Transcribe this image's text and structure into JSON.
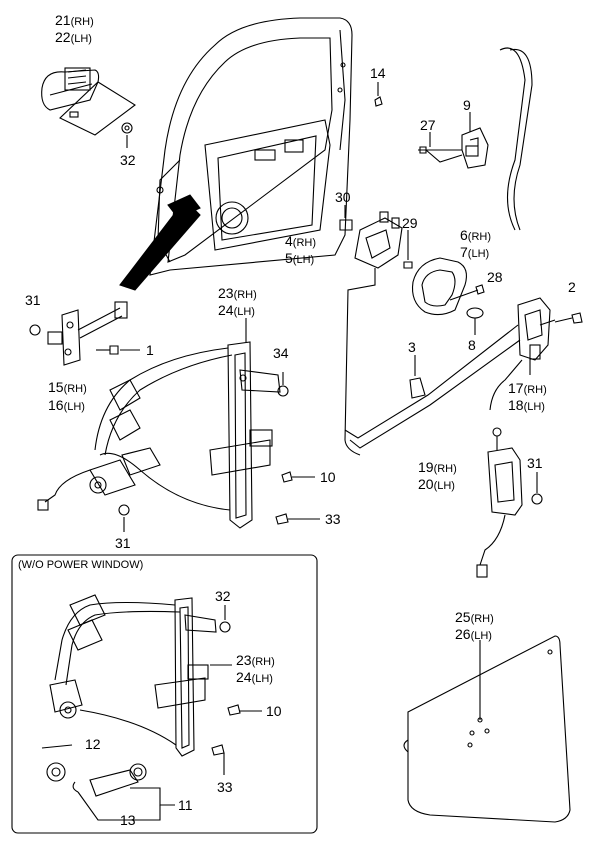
{
  "callouts": {
    "p21_22": {
      "a": "21",
      "as": "(RH)",
      "b": "22",
      "bs": "(LH)"
    },
    "p14": "14",
    "p9": "9",
    "p27": "27",
    "p32a": "32",
    "p30": "30",
    "p29": "29",
    "p4_5": {
      "a": "4",
      "as": "(RH)",
      "b": "5",
      "bs": "(LH)"
    },
    "p6_7": {
      "a": "6",
      "as": "(RH)",
      "b": "7",
      "bs": "(LH)"
    },
    "p28": "28",
    "p2": "2",
    "p8": "8",
    "p3": "3",
    "p17_18": {
      "a": "17",
      "as": "(RH)",
      "b": "18",
      "bs": "(LH)"
    },
    "p31a": "31",
    "p1": "1",
    "p15_16": {
      "a": "15",
      "as": "(RH)",
      "b": "16",
      "bs": "(LH)"
    },
    "p23_24a": {
      "a": "23",
      "as": "(RH)",
      "b": "24",
      "bs": "(LH)"
    },
    "p34": "34",
    "p10a": "10",
    "p33a": "33",
    "p31b": "31",
    "p19_20": {
      "a": "19",
      "as": "(RH)",
      "b": "20",
      "bs": "(LH)"
    },
    "p31c": "31",
    "p25_26": {
      "a": "25",
      "as": "(RH)",
      "b": "26",
      "bs": "(LH)"
    },
    "p32b": "32",
    "p23_24b": {
      "a": "23",
      "as": "(RH)",
      "b": "24",
      "bs": "(LH)"
    },
    "p10b": "10",
    "p12": "12",
    "p33b": "33",
    "p11": "11",
    "p13": "13"
  },
  "inset": {
    "title": "(W/O POWER WINDOW)"
  }
}
